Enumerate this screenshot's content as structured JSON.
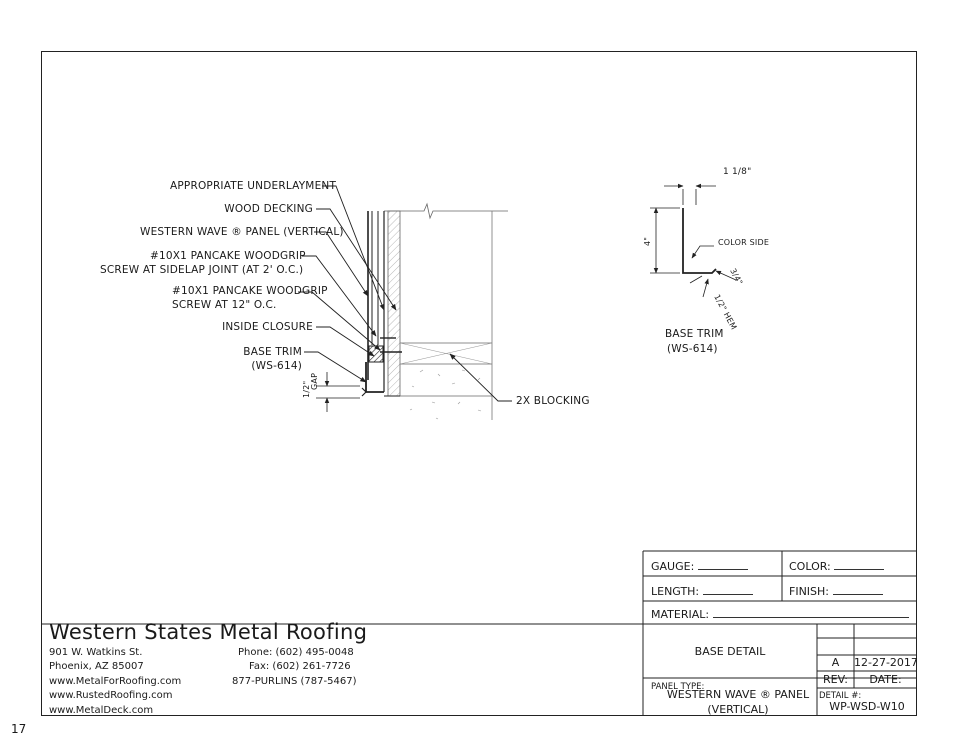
{
  "page_number": "17",
  "callouts": {
    "underlayment": "APPROPRIATE UNDERLAYMENT",
    "wood_decking": "WOOD DECKING",
    "panel": "WESTERN WAVE ® PANEL (VERTICAL)",
    "screw_sidelap_1": "#10X1 PANCAKE WOODGRIP",
    "screw_sidelap_2": "SCREW AT SIDELAP JOINT (AT 2' O.C.)",
    "screw_12_1": "#10X1 PANCAKE WOODGRIP",
    "screw_12_2": "SCREW AT 12\" O.C.",
    "inside_closure": "INSIDE CLOSURE",
    "base_trim_1": "BASE TRIM",
    "base_trim_2": "(WS-614)",
    "blocking": "2X BLOCKING",
    "gap_value": "1/2\"",
    "gap_label": "GAP"
  },
  "trim_detail": {
    "dim_top": "1 1/8\"",
    "dim_height": "4\"",
    "color_side": "COLOR SIDE",
    "dim_hem_a": "3/4\"",
    "dim_hem_b": "1/2\" HEM",
    "label_1": "BASE TRIM",
    "label_2": "(WS-614)"
  },
  "title_block": {
    "gauge_label": "GAUGE:",
    "color_label": "COLOR:",
    "length_label": "LENGTH:",
    "finish_label": "FINISH:",
    "material_label": "MATERIAL:",
    "detail_title": "BASE DETAIL",
    "rev_value": "A",
    "date_value": "12-27-2017",
    "rev_label": "REV:",
    "date_label": "DATE:",
    "panel_type_label": "PANEL TYPE:",
    "panel_type_1": "WESTERN WAVE ® PANEL",
    "panel_type_2": "(VERTICAL)",
    "detail_no_label": "DETAIL #:",
    "detail_no": "WP-WSD-W10"
  },
  "company": {
    "name": "Western States Metal Roofing",
    "street": "901 W. Watkins St.",
    "city": "Phoenix, AZ 85007",
    "web1": "www.MetalForRoofing.com",
    "web2": "www.RustedRoofing.com",
    "web3": "www.MetalDeck.com",
    "phone": "Phone: (602) 495-0048",
    "fax": "Fax: (602) 261-7726",
    "tollfree": "877-PURLINS (787-5467)"
  }
}
